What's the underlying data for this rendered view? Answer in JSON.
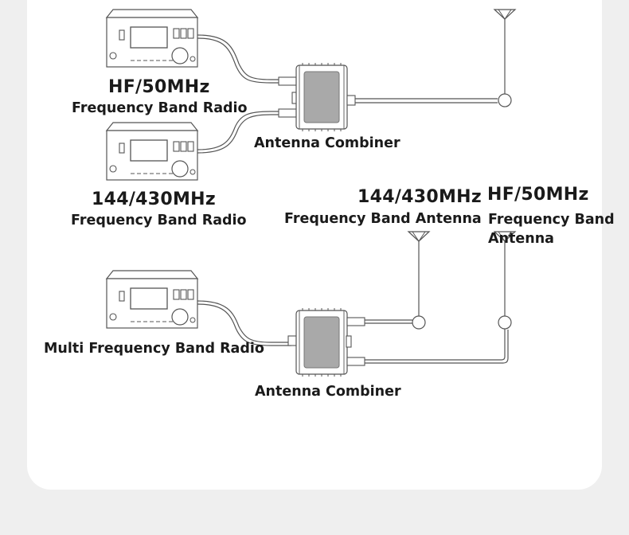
{
  "top_section": {
    "radio1": {
      "title": "HF/50MHz",
      "subtitle": "Frequency Band Radio"
    },
    "radio2": {
      "title": "144/430MHz",
      "subtitle": "Frequency Band Radio"
    },
    "combiner_label": "Antenna Combiner"
  },
  "bottom_section": {
    "antenna1": {
      "title": "144/430MHz",
      "subtitle": "Frequency Band Antenna"
    },
    "antenna2": {
      "title": "HF/50MHz",
      "subtitle_line1": "Frequency Band",
      "subtitle_line2": "Antenna"
    },
    "radio_label": "Multi Frequency Band Radio",
    "combiner_label": "Antenna Combiner"
  },
  "colors": {
    "line": "#555555",
    "card": "#ffffff",
    "background": "#efefef",
    "combiner_core": "#a9a9a9"
  }
}
